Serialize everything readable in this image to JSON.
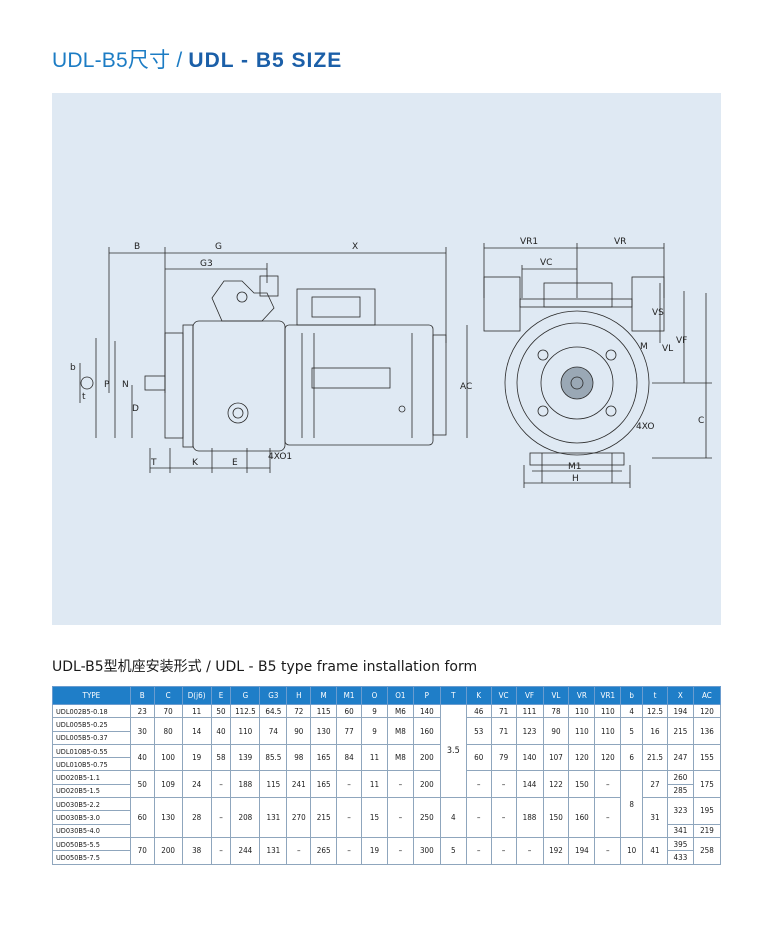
{
  "header": {
    "cn": "UDL-B5尺寸",
    "sep": " / ",
    "en": "UDL - B5 SIZE"
  },
  "drawing": {
    "labels": {
      "B": "B",
      "G": "G",
      "X": "X",
      "G3": "G3",
      "b": "b",
      "t": "t",
      "P": "P",
      "N": "N",
      "D": "D",
      "T": "T",
      "K": "K",
      "E": "E",
      "holes_left": "4XO1",
      "AC": "AC",
      "VR1": "VR1",
      "VR": "VR",
      "VC": "VC",
      "VS": "VS",
      "VF": "VF",
      "VL": "VL",
      "M": "M",
      "C": "C",
      "holes_right": "4XO",
      "M1": "M1",
      "H": "H"
    }
  },
  "table_title": "UDL-B5型机座安装形式 / UDL - B5 type frame installation form",
  "table": {
    "headers": [
      "TYPE",
      "B",
      "C",
      "D(j6)",
      "E",
      "G",
      "G3",
      "H",
      "M",
      "M1",
      "O",
      "O1",
      "P",
      "T",
      "K",
      "VC",
      "VF",
      "VL",
      "VR",
      "VR1",
      "b",
      "t",
      "X",
      "AC"
    ]
  },
  "rows": {
    "r1": {
      "type": "UDL002B5-0.18",
      "B": "23",
      "C": "70",
      "D": "11",
      "E": "50",
      "G": "112.5",
      "G3": "64.5",
      "H": "72",
      "M": "115",
      "M1": "60",
      "O": "9",
      "O1": "M6",
      "P": "140",
      "T": "3.5",
      "K": "46",
      "VC": "71",
      "VF": "111",
      "VL": "78",
      "VR": "110",
      "VR1": "110",
      "b": "4",
      "t": "12.5",
      "X": "194",
      "AC": "120"
    },
    "r2": {
      "type": "UDL005B5-0.25",
      "B": "30",
      "C": "80",
      "D": "14",
      "E": "40",
      "G": "110",
      "G3": "74",
      "H": "90",
      "M": "130",
      "M1": "77",
      "O": "9",
      "O1": "M8",
      "P": "160",
      "K": "53",
      "VC": "71",
      "VF": "123",
      "VL": "90",
      "VR": "110",
      "VR1": "110",
      "b": "5",
      "t": "16",
      "X": "215",
      "AC": "136"
    },
    "r3": {
      "type": "UDL005B5-0.37"
    },
    "r4": {
      "type": "UDL010B5-0.55",
      "B": "40",
      "C": "100",
      "D": "19",
      "E": "58",
      "G": "139",
      "G3": "85.5",
      "H": "98",
      "M": "165",
      "M1": "84",
      "O": "11",
      "O1": "M8",
      "P": "200",
      "K": "60",
      "VC": "79",
      "VF": "140",
      "VL": "107",
      "VR": "120",
      "VR1": "120",
      "b": "6",
      "t": "21.5",
      "X": "247",
      "AC": "155"
    },
    "r5": {
      "type": "UDL010B5-0.75"
    },
    "r6": {
      "type": "UD020B5-1.1",
      "B": "50",
      "C": "109",
      "D": "24",
      "E": "–",
      "G": "188",
      "G3": "115",
      "H": "241",
      "M": "165",
      "M1": "–",
      "O": "11",
      "O1": "–",
      "P": "200",
      "K": "–",
      "VC": "–",
      "VF": "144",
      "VL": "122",
      "VR": "150",
      "VR1": "–",
      "b": "8",
      "t": "27",
      "X": "260",
      "AC": "175"
    },
    "r7": {
      "type": "UD020B5-1.5",
      "X": "285"
    },
    "r8": {
      "type": "UD030B5-2.2",
      "B": "60",
      "C": "130",
      "D": "28",
      "E": "–",
      "G": "208",
      "G3": "131",
      "H": "270",
      "M": "215",
      "M1": "–",
      "O": "15",
      "O1": "–",
      "P": "250",
      "T": "4",
      "K": "–",
      "VC": "–",
      "VF": "188",
      "VL": "150",
      "VR": "160",
      "VR1": "–",
      "t": "31",
      "X": "323",
      "AC": "195"
    },
    "r9": {
      "type": "UD030B5-3.0"
    },
    "r10": {
      "type": "UD030B5-4.0",
      "X": "341",
      "AC": "219"
    },
    "r11": {
      "type": "UD050B5-5.5",
      "B": "70",
      "C": "200",
      "D": "38",
      "E": "–",
      "G": "244",
      "G3": "131",
      "H": "–",
      "M": "265",
      "M1": "–",
      "O": "19",
      "O1": "–",
      "P": "300",
      "T": "5",
      "K": "–",
      "VC": "–",
      "VF": "–",
      "VL": "192",
      "VR": "194",
      "VR1": "–",
      "b": "10",
      "t": "41",
      "X": "395",
      "AC": "258"
    },
    "r12": {
      "type": "UD050B5-7.5",
      "X": "433"
    }
  }
}
